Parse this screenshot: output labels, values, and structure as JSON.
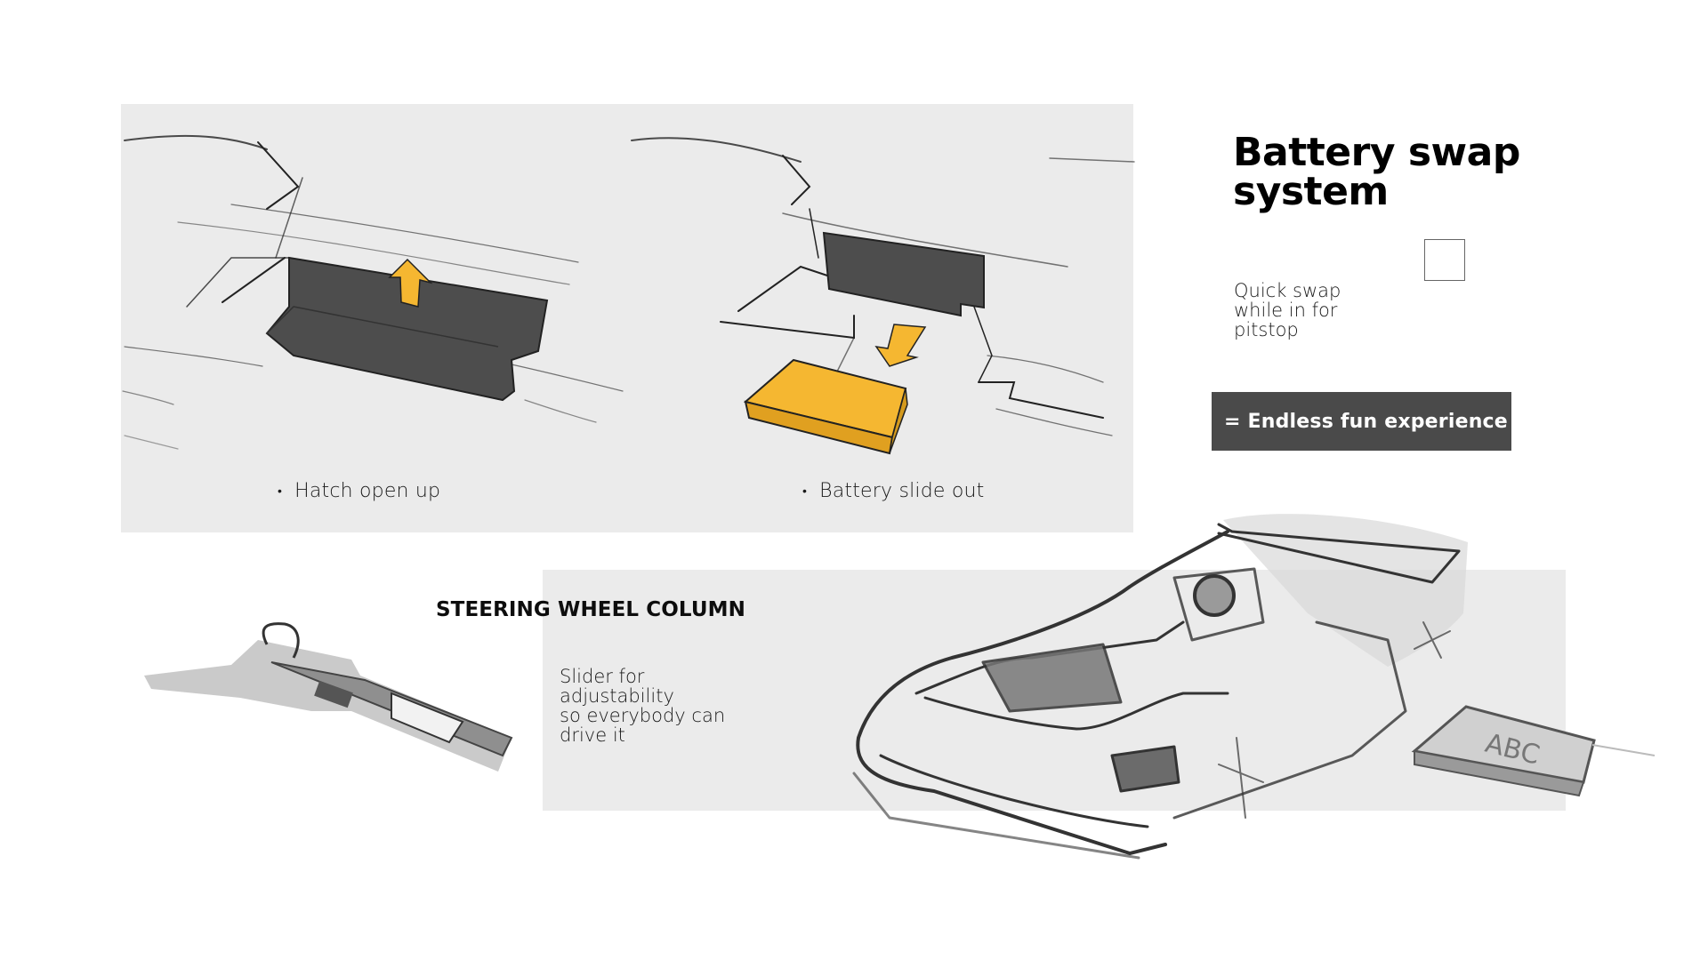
{
  "slide": {
    "title": {
      "lines": [
        "Battery swap",
        "system"
      ]
    },
    "description": {
      "lines": [
        "Quick swap",
        "while in for",
        "pitstop"
      ]
    },
    "checkbox": {
      "checked": false
    },
    "callout": {
      "label": "= Endless fun experience",
      "background": "#4a4a4a",
      "text_color": "#ffffff"
    },
    "battery_panel": {
      "background": "#ebebeb",
      "captions": [
        {
          "bullet": "•",
          "text": "Hatch open up"
        },
        {
          "bullet": "•",
          "text": "Battery slide out"
        }
      ],
      "sketches": [
        "hatch-open-sketch",
        "battery-slide-out-sketch"
      ],
      "accent_color": "#f5b731",
      "hatch_color": "#4d4d4d"
    },
    "steering": {
      "heading": "STEERING WHEEL COLUMN",
      "description_lines": [
        "Slider for",
        "adjustability",
        "so everybody can",
        "drive it"
      ],
      "panel_background": "#ebebeb"
    },
    "car_sketch": {
      "battery_label": "ABC"
    }
  }
}
